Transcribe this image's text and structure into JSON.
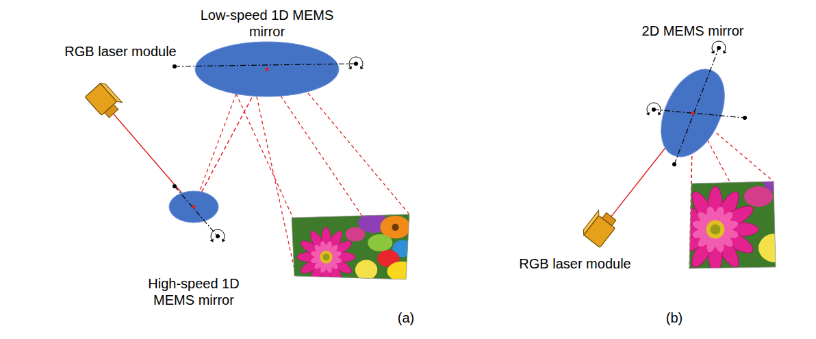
{
  "diagram": {
    "nodes": [
      {
        "text": [
          "Low-speed 1D MEMS mirror"
        ]
      },
      {
        "text": [
          "RGB laser module"
        ]
      },
      {
        "text": [
          "High-speed 1D MEMS mirror"
        ]
      },
      {
        "text": [
          "2D MEMS mirror"
        ]
      },
      {
        "text": [
          "RGB laser module"
        ]
      }
    ],
    "edges": [
      {
        "from": 1,
        "to": 2,
        "arrow": "none"
      },
      {
        "from": 2,
        "to": 0,
        "arrow": "none"
      },
      {
        "from": 4,
        "to": 3,
        "arrow": "none"
      }
    ],
    "labels": [
      "(a)",
      "(b)"
    ]
  }
}
